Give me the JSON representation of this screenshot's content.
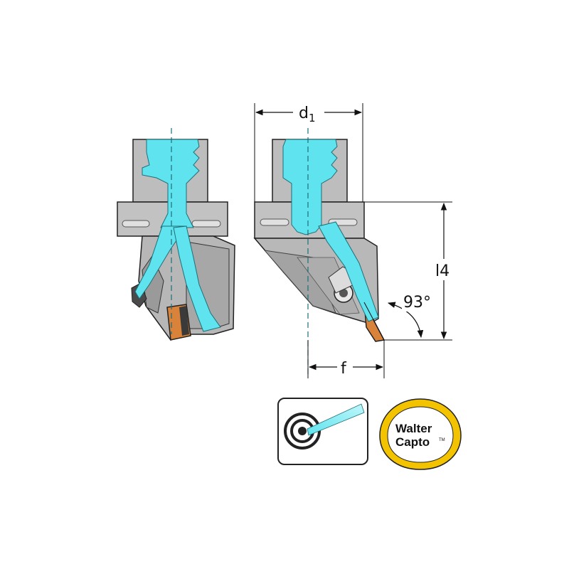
{
  "dimensions": {
    "d1_main": "d",
    "d1_sub": "1",
    "l4": "l4",
    "f": "f",
    "angle": "93°"
  },
  "logos": {
    "walter_line1": "Walter",
    "walter_line2": "Capto",
    "walter_tm": "TM"
  },
  "icons": {
    "coolant": "internal-coolant-icon",
    "capto": "walter-capto-logo"
  },
  "colors": {
    "body_gray": "#bdbdbd",
    "body_dark": "#9a9a9a",
    "coolant_cyan": "#5fe3ee",
    "insert_orange": "#d9833a",
    "logo_yellow": "#f3c300",
    "outline": "#222222"
  }
}
